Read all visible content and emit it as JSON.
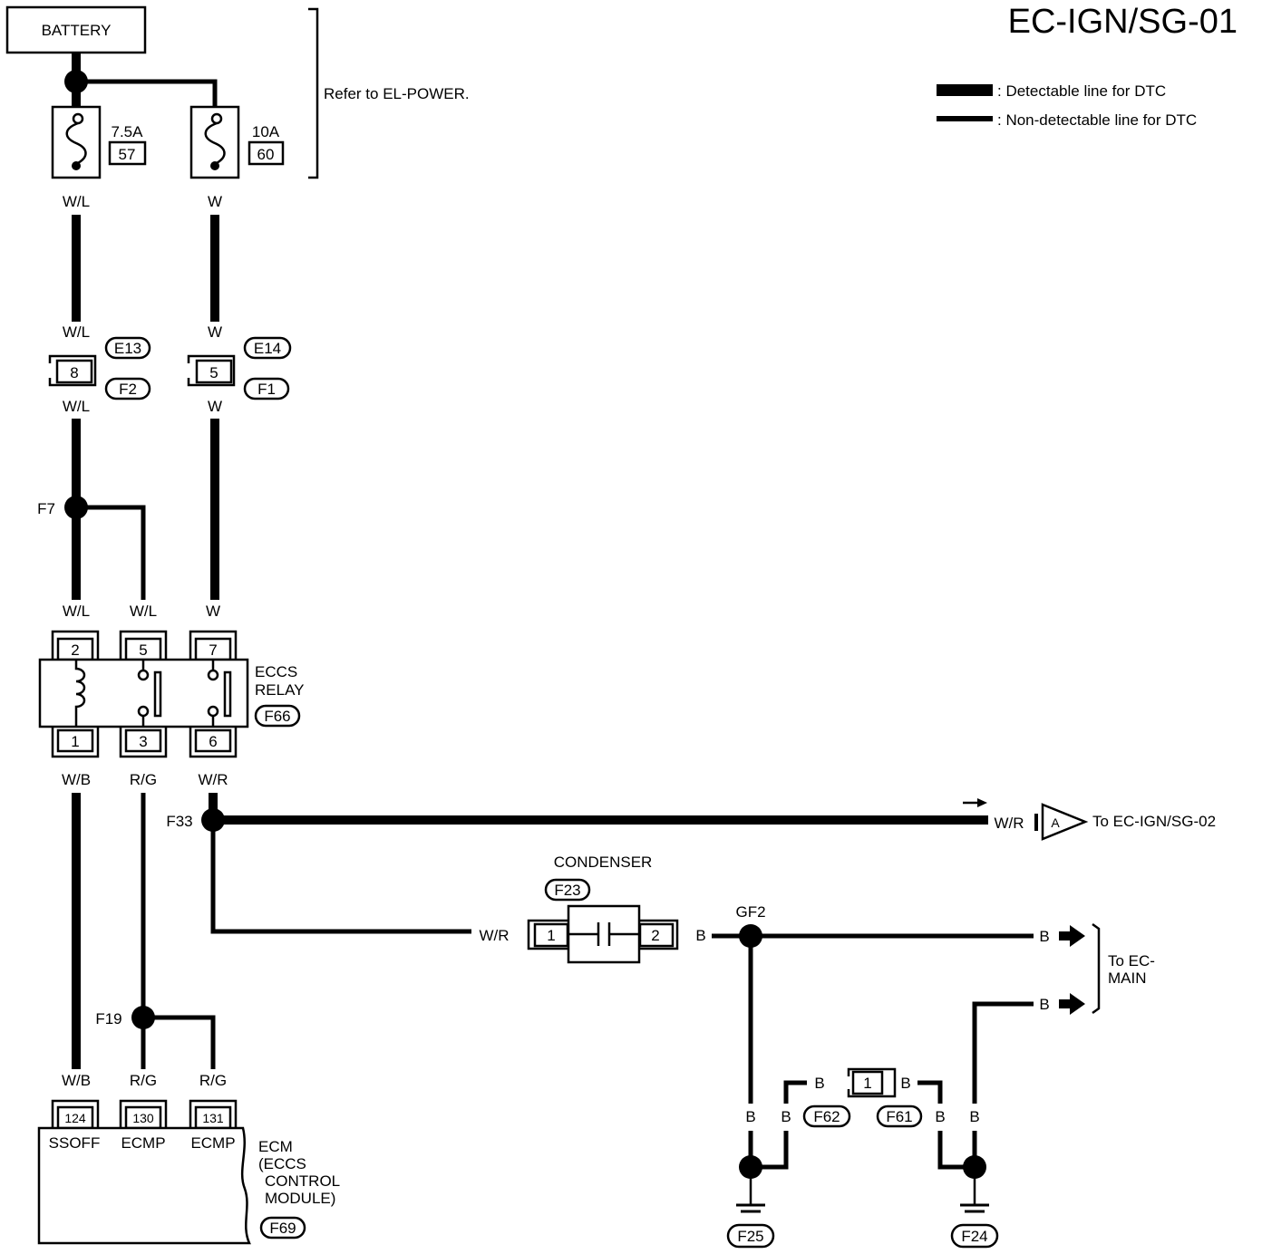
{
  "title": "EC-IGN/SG-01",
  "battery": {
    "label": "BATTERY"
  },
  "power_note": "Refer to EL-POWER.",
  "legend": {
    "detectable": ": Detectable line for DTC",
    "non_detectable": ": Non-detectable line for DTC"
  },
  "fuses": [
    {
      "rating": "7.5A",
      "number": "57",
      "wire_out": "W/L"
    },
    {
      "rating": "10A",
      "number": "60",
      "wire_out": "W"
    }
  ],
  "harness_connectors": [
    {
      "wire_in": "W/L",
      "pin": "8",
      "connector_top": "E13",
      "connector_bottom": "F2",
      "wire_out": "W/L"
    },
    {
      "wire_in": "W",
      "pin": "5",
      "connector_top": "E14",
      "connector_bottom": "F1",
      "wire_out": "W"
    }
  ],
  "splices": {
    "f7": "F7",
    "f33": "F33",
    "f19": "F19",
    "gf2": "GF2"
  },
  "eccs_relay": {
    "name_line1": "ECCS",
    "name_line2": "RELAY",
    "connector": "F66",
    "top_pins": [
      {
        "pin": "2",
        "wire": "W/L"
      },
      {
        "pin": "5",
        "wire": "W/L"
      },
      {
        "pin": "7",
        "wire": "W"
      }
    ],
    "bottom_pins": [
      {
        "pin": "1",
        "wire": "W/B"
      },
      {
        "pin": "3",
        "wire": "R/G"
      },
      {
        "pin": "6",
        "wire": "W/R"
      }
    ]
  },
  "to_sg02": {
    "wire": "W/R",
    "marker": "A",
    "label": "To EC-IGN/SG-02"
  },
  "condenser": {
    "name": "CONDENSER",
    "connector": "F23",
    "wire_in": "W/R",
    "pin_in": "1",
    "pin_out": "2",
    "wire_out": "B"
  },
  "to_main": {
    "wire_1": "B",
    "wire_2": "B",
    "label_line1": "To EC-",
    "label_line2": "MAIN"
  },
  "ecm": {
    "name": [
      "ECM",
      "(ECCS",
      "CONTROL",
      "MODULE)"
    ],
    "connector": "F69",
    "pins": [
      {
        "wire": "W/B",
        "pin": "124",
        "terminal": "SSOFF"
      },
      {
        "wire": "R/G",
        "pin": "130",
        "terminal": "ECMP"
      },
      {
        "wire": "R/G",
        "pin": "131",
        "terminal": "ECMP"
      }
    ]
  },
  "ground_link": {
    "wire_left": "B",
    "pin": "1",
    "wire_right": "B",
    "connector_left": "F62",
    "connector_right": "F61"
  },
  "ground_wires": {
    "gf2_drop": "B",
    "f62_drop": "B",
    "f61_drop": "B",
    "return_drop": "B"
  },
  "grounds": [
    "F25",
    "F24"
  ]
}
